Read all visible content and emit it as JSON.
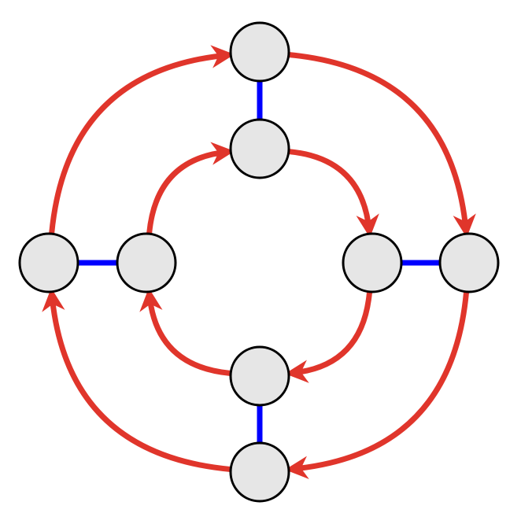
{
  "diagram": {
    "colors": {
      "background": "#ffffff",
      "node_fill": "#e6e6e6",
      "node_stroke": "#000000",
      "directed_edge": "#e0352b",
      "undirected_edge": "#0000ff"
    },
    "nodes": [
      {
        "id": "outer-top"
      },
      {
        "id": "inner-top"
      },
      {
        "id": "outer-left"
      },
      {
        "id": "inner-left"
      },
      {
        "id": "inner-right"
      },
      {
        "id": "outer-right"
      },
      {
        "id": "inner-bottom"
      },
      {
        "id": "outer-bottom"
      }
    ],
    "undirected_edges": [
      {
        "from": "outer-top",
        "to": "inner-top"
      },
      {
        "from": "outer-left",
        "to": "inner-left"
      },
      {
        "from": "inner-right",
        "to": "outer-right"
      },
      {
        "from": "inner-bottom",
        "to": "outer-bottom"
      }
    ],
    "directed_edges": [
      {
        "from": "outer-left",
        "to": "outer-top"
      },
      {
        "from": "outer-top",
        "to": "outer-right"
      },
      {
        "from": "outer-right",
        "to": "outer-bottom"
      },
      {
        "from": "outer-bottom",
        "to": "outer-left"
      },
      {
        "from": "inner-left",
        "to": "inner-top"
      },
      {
        "from": "inner-top",
        "to": "inner-right"
      },
      {
        "from": "inner-right",
        "to": "inner-bottom"
      },
      {
        "from": "inner-bottom",
        "to": "inner-left"
      }
    ]
  }
}
